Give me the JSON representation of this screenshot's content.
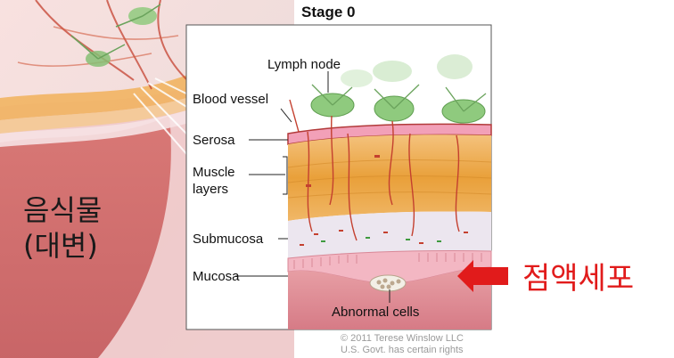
{
  "diagram": {
    "title": "Stage 0",
    "labels": {
      "lymph_node": "Lymph node",
      "blood_vessel": "Blood vessel",
      "serosa": "Serosa",
      "muscle_layers": "Muscle\nlayers",
      "submucosa": "Submucosa",
      "mucosa": "Mucosa",
      "abnormal_cells": "Abnormal cells"
    },
    "copyright": "© 2011 Terese Winslow LLC\nU.S. Govt. has certain rights"
  },
  "annotations": {
    "food_stool": "음식물\n(대변)",
    "mucosa_cells": "점액세포"
  },
  "colors": {
    "accent_red": "#e11b1b",
    "serosa": "#f2a0b8",
    "muscle": "#e9a23c",
    "submucosa": "#ece6ef",
    "mucosa": "#f3b7c3",
    "lymph": "#8fca7e"
  }
}
